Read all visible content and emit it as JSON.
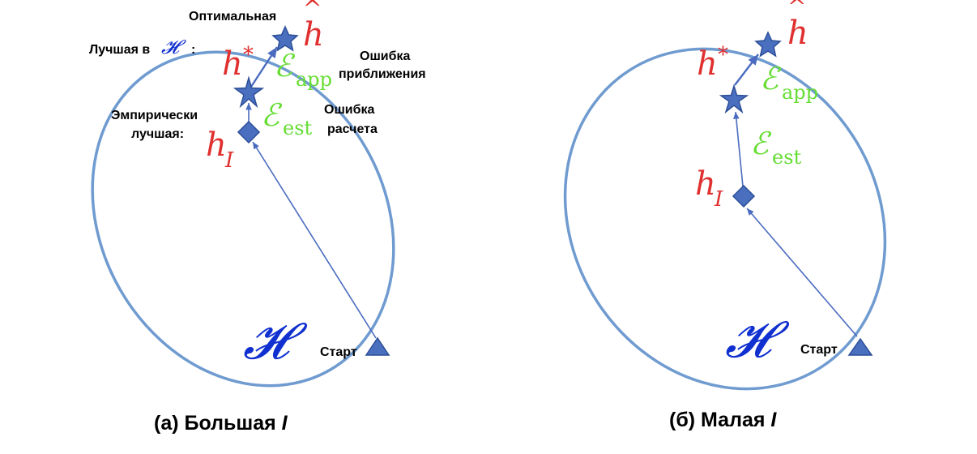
{
  "panel_a": {
    "caption": "(а) Большая ",
    "caption_italic": "I",
    "optimal_label": "Оптимальная",
    "best_in_h_label": "Лучшая в",
    "best_in_h_symbol": "𝓗",
    "best_in_h_colon": ":",
    "empirical_label_1": "Эмпирически",
    "empirical_label_2": "лучшая:",
    "approx_error_1": "Ошибка",
    "approx_error_2": "приближения",
    "est_error_1": "Ошибка",
    "est_error_2": "расчета",
    "start_label": "Старт",
    "h_hat": "h",
    "h_star": "h",
    "h_star_sup": "*",
    "h_i": "h",
    "h_i_sub": "I",
    "e_app": "ℰ",
    "e_app_sub": "app",
    "e_est": "ℰ",
    "e_est_sub": "est",
    "hypothesis_space": "𝓗"
  },
  "panel_b": {
    "caption": "(б) Малая ",
    "caption_italic": "I",
    "start_label": "Старт",
    "h_hat": "h",
    "h_star": "h",
    "h_star_sup": "*",
    "h_i": "h",
    "h_i_sub": "I",
    "e_app": "ℰ",
    "e_app_sub": "app",
    "e_est": "ℰ",
    "e_est_sub": "est",
    "hypothesis_space": "𝓗"
  },
  "colors": {
    "ellipse": "#6f9bd0",
    "markers": "#4a6fbf",
    "red_math": "#e03030",
    "green_math": "#66dd33",
    "blue_math": "#1030d0"
  }
}
